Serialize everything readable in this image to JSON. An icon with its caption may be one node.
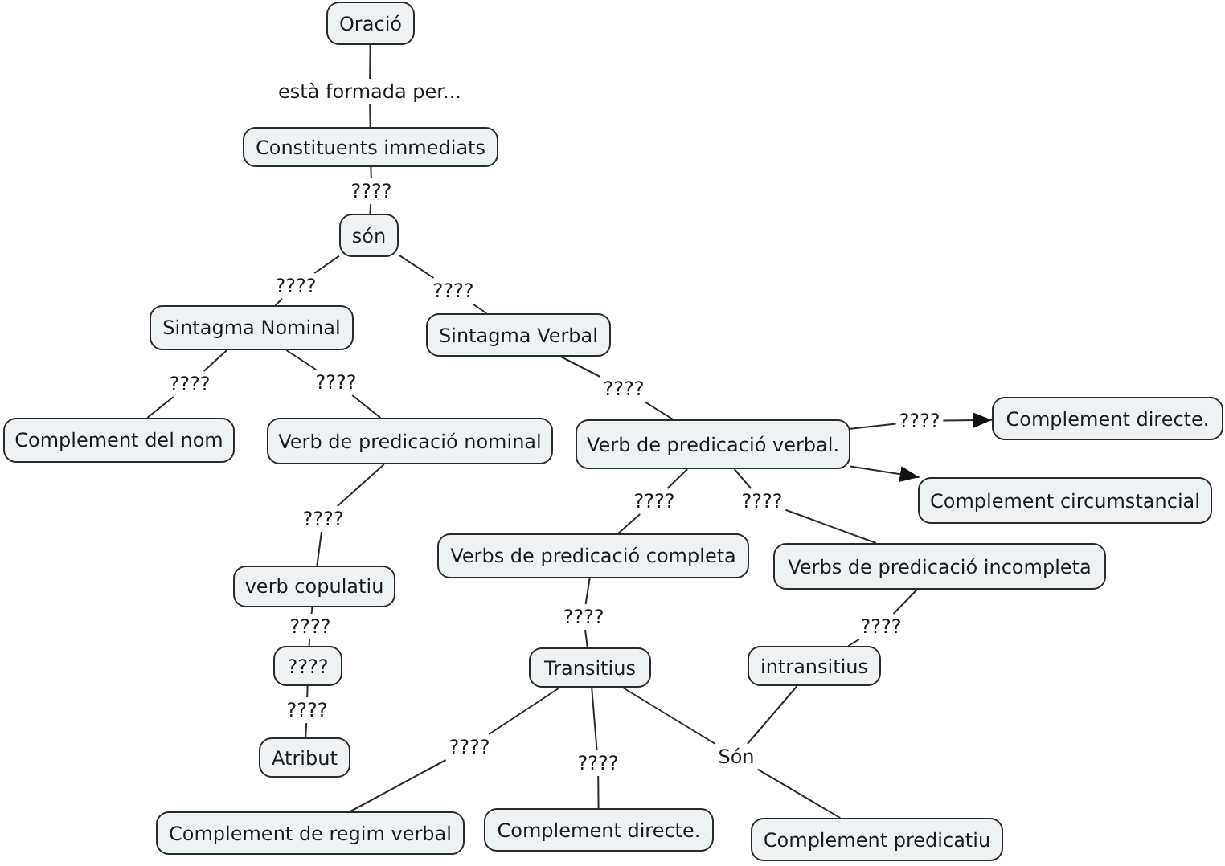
{
  "diagram": {
    "nodes": [
      {
        "text": [
          "Oració"
        ]
      },
      {
        "text": [
          "està formada per..."
        ]
      },
      {
        "text": [
          "Constituents immediats"
        ]
      },
      {
        "text": [
          "????"
        ]
      },
      {
        "text": [
          "són"
        ]
      },
      {
        "text": [
          "????"
        ]
      },
      {
        "text": [
          "????"
        ]
      },
      {
        "text": [
          "Sintagma Nominal"
        ]
      },
      {
        "text": [
          "Sintagma Verbal"
        ]
      },
      {
        "text": [
          "????"
        ]
      },
      {
        "text": [
          "????"
        ]
      },
      {
        "text": [
          "????"
        ]
      },
      {
        "text": [
          "Complement del nom"
        ]
      },
      {
        "text": [
          "Verb de predicació nominal"
        ]
      },
      {
        "text": [
          "Verb de predicació verbal."
        ]
      },
      {
        "text": [
          "????"
        ]
      },
      {
        "text": [
          "Complement directe."
        ]
      },
      {
        "text": [
          "Complement circumstancial"
        ]
      },
      {
        "text": [
          "????"
        ]
      },
      {
        "text": [
          "????"
        ]
      },
      {
        "text": [
          "????"
        ]
      },
      {
        "text": [
          "Verbs de predicació completa"
        ]
      },
      {
        "text": [
          "Verbs de predicació incompleta"
        ]
      },
      {
        "text": [
          "verb copulatiu"
        ]
      },
      {
        "text": [
          "????"
        ]
      },
      {
        "text": [
          "????"
        ]
      },
      {
        "text": [
          "????"
        ]
      },
      {
        "text": [
          "????"
        ]
      },
      {
        "text": [
          "Transitius"
        ]
      },
      {
        "text": [
          "intransitius"
        ]
      },
      {
        "text": [
          "????"
        ]
      },
      {
        "text": [
          "Atribut"
        ]
      },
      {
        "text": [
          "????"
        ]
      },
      {
        "text": [
          "Són"
        ]
      },
      {
        "text": [
          "????"
        ]
      },
      {
        "text": [
          "Complement de regim verbal"
        ]
      },
      {
        "text": [
          "Complement directe."
        ]
      },
      {
        "text": [
          "Complement predicatiu"
        ]
      }
    ],
    "edges": [
      {
        "from": 0,
        "to": 1,
        "arrow": "none"
      },
      {
        "from": 1,
        "to": 2,
        "arrow": "none"
      },
      {
        "from": 2,
        "to": 3,
        "arrow": "none"
      },
      {
        "from": 3,
        "to": 4,
        "arrow": "none"
      },
      {
        "from": 4,
        "to": 5,
        "arrow": "none"
      },
      {
        "from": 5,
        "to": 7,
        "arrow": "none"
      },
      {
        "from": 4,
        "to": 6,
        "arrow": "none"
      },
      {
        "from": 6,
        "to": 8,
        "arrow": "none"
      },
      {
        "from": 7,
        "to": 9,
        "arrow": "none"
      },
      {
        "from": 9,
        "to": 12,
        "arrow": "none"
      },
      {
        "from": 7,
        "to": 10,
        "arrow": "none"
      },
      {
        "from": 10,
        "to": 13,
        "arrow": "none"
      },
      {
        "from": 8,
        "to": 11,
        "arrow": "none"
      },
      {
        "from": 11,
        "to": 14,
        "arrow": "none"
      },
      {
        "from": 14,
        "to": 15,
        "arrow": "none"
      },
      {
        "from": 15,
        "to": 16,
        "arrow": "to"
      },
      {
        "from": 14,
        "to": 17,
        "arrow": "to"
      },
      {
        "from": 14,
        "to": 19,
        "arrow": "none"
      },
      {
        "from": 19,
        "to": 21,
        "arrow": "none"
      },
      {
        "from": 14,
        "to": 20,
        "arrow": "none"
      },
      {
        "from": 20,
        "to": 22,
        "arrow": "none"
      },
      {
        "from": 13,
        "to": 18,
        "arrow": "none"
      },
      {
        "from": 18,
        "to": 23,
        "arrow": "none"
      },
      {
        "from": 23,
        "to": 24,
        "arrow": "none"
      },
      {
        "from": 24,
        "to": 27,
        "arrow": "none"
      },
      {
        "from": 27,
        "to": 30,
        "arrow": "none"
      },
      {
        "from": 30,
        "to": 31,
        "arrow": "none"
      },
      {
        "from": 21,
        "to": 25,
        "arrow": "none"
      },
      {
        "from": 25,
        "to": 28,
        "arrow": "none"
      },
      {
        "from": 22,
        "to": 26,
        "arrow": "none"
      },
      {
        "from": 26,
        "to": 29,
        "arrow": "none"
      },
      {
        "from": 28,
        "to": 32,
        "arrow": "none"
      },
      {
        "from": 32,
        "to": 35,
        "arrow": "none"
      },
      {
        "from": 28,
        "to": 34,
        "arrow": "none"
      },
      {
        "from": 34,
        "to": 36,
        "arrow": "none"
      },
      {
        "from": 28,
        "to": 33,
        "arrow": "none"
      },
      {
        "from": 29,
        "to": 33,
        "arrow": "none"
      },
      {
        "from": 33,
        "to": 37,
        "arrow": "none"
      }
    ]
  }
}
